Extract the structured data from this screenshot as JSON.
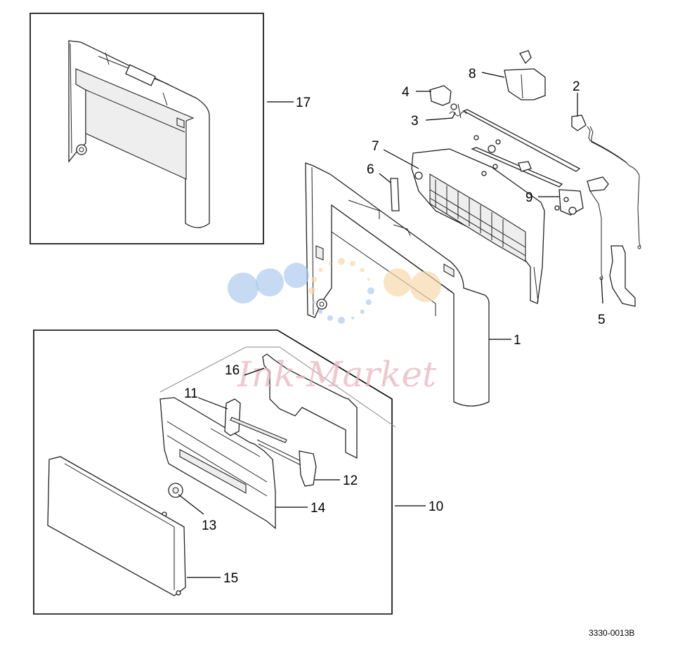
{
  "labels": {
    "l1": "1",
    "l2": "2",
    "l3": "3",
    "l4": "4",
    "l5": "5",
    "l6": "6",
    "l7": "7",
    "l8": "8",
    "l9": "9",
    "l10": "10",
    "l11": "11",
    "l12": "12",
    "l13": "13",
    "l14": "14",
    "l15": "15",
    "l16": "16",
    "l17": "17"
  },
  "drawing_code": "3330-0013B",
  "watermark": {
    "text": "Ink-Market",
    "colors": [
      "#aecbee",
      "#f7d8ad",
      "#e8b8bf"
    ]
  }
}
